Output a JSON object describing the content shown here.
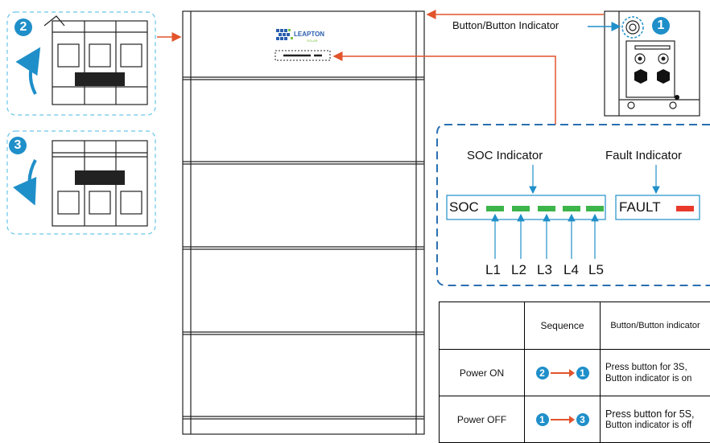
{
  "labels": {
    "button_indicator": "Button/Button Indicator",
    "soc_indicator": "SOC Indicator",
    "fault_indicator": "Fault Indicator",
    "soc": "SOC",
    "fault": "FAULT",
    "levels": [
      "L1",
      "L2",
      "L3",
      "L4",
      "L5"
    ]
  },
  "logo": {
    "name": "LEAPTON",
    "sub": "SOLAR"
  },
  "badges": {
    "one": "1",
    "two": "2",
    "three": "3"
  },
  "table": {
    "headers": [
      "",
      "Sequence",
      "Button/Button indicator"
    ],
    "rows": [
      {
        "action": "Power ON",
        "from": "2",
        "to": "1",
        "desc1": "Press button for 3S,",
        "desc2": "Button indicator is on"
      },
      {
        "action": "Power OFF",
        "from": "1",
        "to": "3",
        "desc1": "Press button for 5S,",
        "desc2": "Button indicator is off"
      }
    ]
  },
  "colors": {
    "accent_blue": "#1f8fc9",
    "arrow_red": "#e2542c",
    "led_green": "#3cb54a",
    "led_red": "#e8392b",
    "dash_blue": "#2a6fb0"
  }
}
